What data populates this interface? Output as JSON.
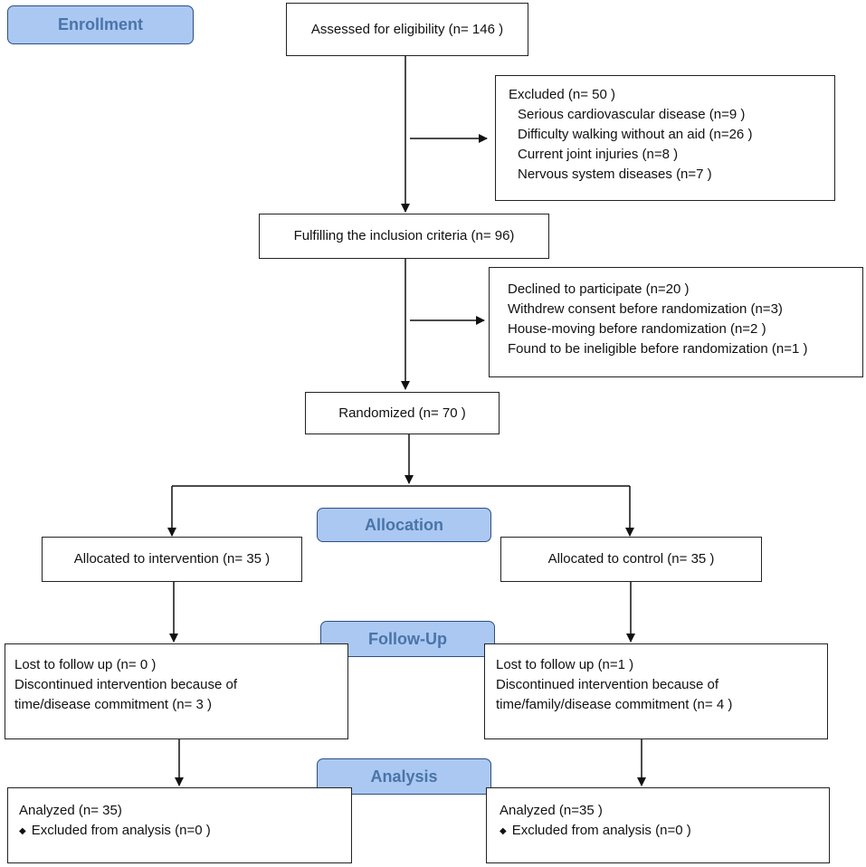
{
  "stages": {
    "enrollment": "Enrollment",
    "allocation": "Allocation",
    "follow_up": "Follow-Up",
    "analysis": "Analysis"
  },
  "assessed": "Assessed for eligibility (n= 146 )",
  "excluded": {
    "title": "Excluded  (n= 50  )",
    "items": [
      "Serious cardiovascular disease  (n=9 )",
      "Difficulty walking without an aid (n=26 )",
      "Current joint injuries  (n=8 )",
      "Nervous system diseases (n=7 )"
    ]
  },
  "inclusion": "Fulfilling the inclusion criteria (n= 96)",
  "not_randomized": {
    "items": [
      "Declined to participate  (n=20 )",
      "Withdrew consent before randomization (n=3)",
      "House-moving before randomization  (n=2 )",
      "Found to be ineligible before randomization  (n=1 )"
    ]
  },
  "randomized": "Randomized (n= 70 )",
  "allocated_intervention": "Allocated to intervention (n= 35 )",
  "allocated_control": "Allocated to control (n= 35 )",
  "followup_intervention": {
    "lines": [
      "Lost to follow up (n= 0 )",
      "Discontinued intervention because of",
      "time/disease commitment (n= 3 )"
    ]
  },
  "followup_control": {
    "lines": [
      "Lost to follow up (n=1  )",
      "Discontinued intervention because of",
      "time/family/disease commitment (n= 4 )"
    ]
  },
  "analysis_intervention": {
    "analyzed": "Analyzed  (n= 35)",
    "excluded": "Excluded from analysis (n=0 )"
  },
  "analysis_control": {
    "analyzed": "Analyzed  (n=35 )",
    "excluded": "Excluded from analysis (n=0  )"
  },
  "bullet_icon": "diamond-bullet-icon",
  "colors": {
    "stage_fill": "#aac8f2",
    "stage_text": "#4a74a8",
    "stage_border": "#2f4f7f",
    "box_border": "#222222"
  }
}
